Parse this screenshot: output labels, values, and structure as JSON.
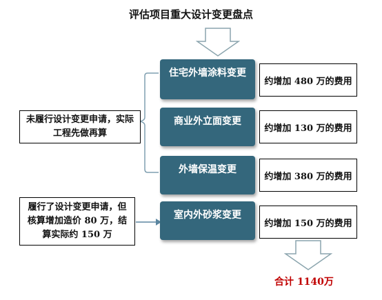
{
  "title": "评估项目重大设计变更盘点",
  "changes": [
    {
      "label": "住宅外墙涂料变更",
      "cost": "约增加 480 万的费用"
    },
    {
      "label": "商业外立面变更",
      "cost": "约增加 130 万的费用"
    },
    {
      "label": "外墙保温变更",
      "cost": "约增加 380 万的费用"
    },
    {
      "label": "室内外砂浆变更",
      "cost": "约增加 150 万的费用"
    }
  ],
  "notes": {
    "not_applied": "未履行设计变更申请，实际工程先做再算",
    "applied": "履行了设计变更申请，但核算增加造价 80 万，结算实际约 150 万"
  },
  "total": "合计 1140万",
  "colors": {
    "box_fill": "#34677c",
    "arrow_stroke": "#8aa4ad",
    "connector": "#7f9fb0",
    "total_text": "#c00000"
  }
}
